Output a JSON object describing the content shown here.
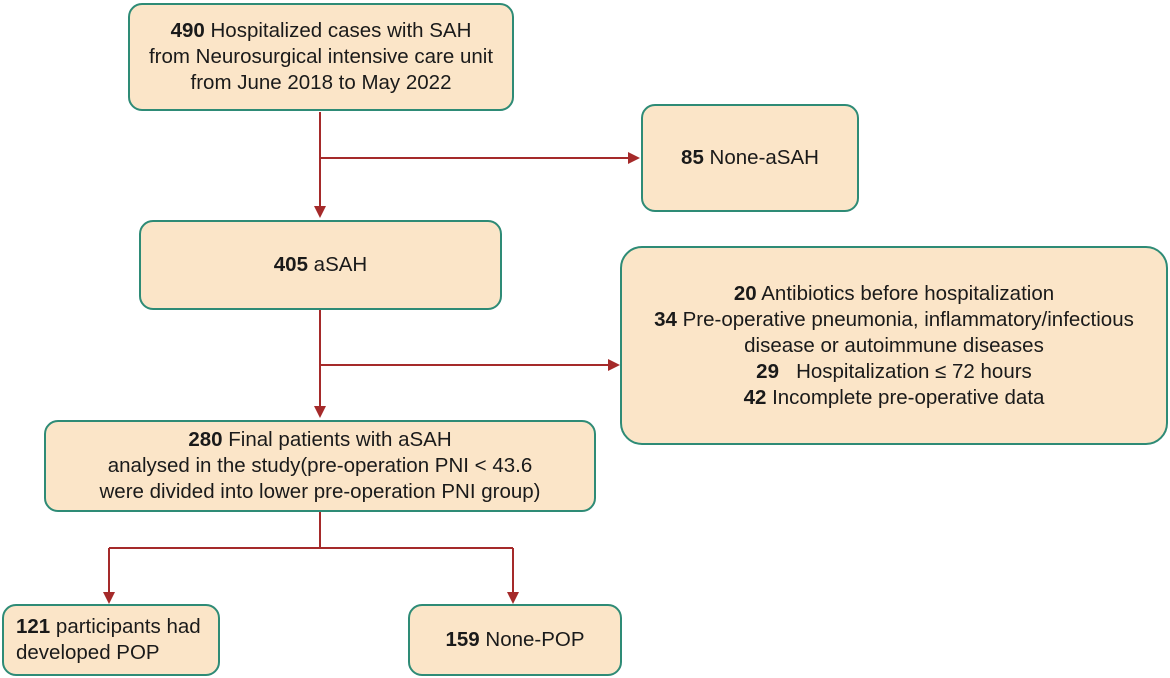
{
  "boxes": {
    "total": {
      "lines": [
        {
          "num": "490",
          "text": " Hospitalized cases with SAH"
        },
        {
          "num": "",
          "text": "from Neurosurgical intensive care unit"
        },
        {
          "num": "",
          "text": "from June 2018 to May 2022"
        }
      ]
    },
    "excluded_non_asah": {
      "lines": [
        {
          "num": "85",
          "text": " None-aSAH"
        }
      ]
    },
    "asah": {
      "lines": [
        {
          "num": "405",
          "text": " aSAH"
        }
      ]
    },
    "exclusions": {
      "lines": [
        {
          "num": "20",
          "text": " Antibiotics before hospitalization"
        },
        {
          "num": "34",
          "text": " Pre-operative pneumonia, inflammatory/infectious"
        },
        {
          "num": "",
          "text": "disease or autoimmune diseases"
        },
        {
          "num": "29",
          "text": "   Hospitalization ≤ 72 hours"
        },
        {
          "num": "42",
          "text": " Incomplete pre-operative data"
        }
      ]
    },
    "final": {
      "lines": [
        {
          "num": "280",
          "text": " Final patients with aSAH"
        },
        {
          "num": "",
          "text": "analysed in the study(pre-operation PNI < 43.6"
        },
        {
          "num": "",
          "text": "were divided into lower pre-operation PNI group)"
        }
      ]
    },
    "pop": {
      "lines": [
        {
          "num": "121",
          "text": " participants had"
        },
        {
          "num": "",
          "text": "developed POP"
        }
      ]
    },
    "non_pop": {
      "lines": [
        {
          "num": "159",
          "text": " None-POP"
        }
      ]
    }
  },
  "colors": {
    "box_fill": "#fbe5c8",
    "box_border": "#2e8b76",
    "arrow": "#a52a2a"
  }
}
